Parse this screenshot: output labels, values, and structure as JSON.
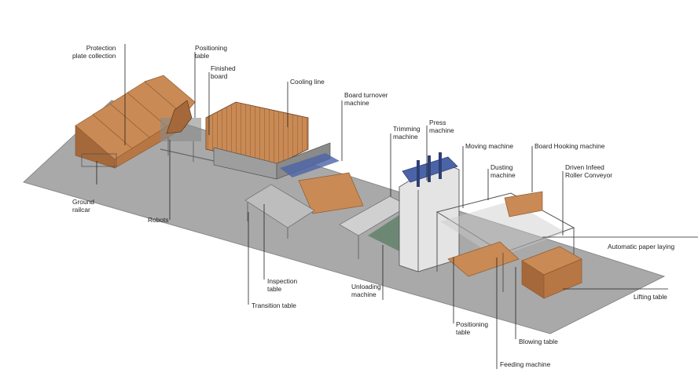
{
  "diagram": {
    "labels": {
      "protection_plate_collection": "Protection\nplate collection",
      "positioning_table_top": "Positioning\ntable",
      "finished_board": "Finished\nboard",
      "cooling_line": "Cooling line",
      "board_turnover_machine": "Board turnover\nmachine",
      "trimming_machine": "Trimming\nmachine",
      "press_machine": "Press\nmachine",
      "moving_machine": "Moving machine",
      "board_hooking_machine": "Board Hooking machine",
      "dusting_machine": "Dusting\nmachine",
      "driven_infeed_roller_conveyor": "Driven Infeed\nRoller Conveyor",
      "automatic_paper_laying": "Automatic paper laying",
      "lifting_table": "Lifting table",
      "ground_railcar": "Ground\nrailcar",
      "robots": "Robots",
      "inspection_table": "Inspection\ntable",
      "transition_table": "Transition table",
      "unloading_machine": "Unloading\nmachine",
      "positioning_table_bottom": "Positioning\ntable",
      "blowing_table": "Blowing table",
      "feeding_machine": "Feeding machine"
    },
    "colors": {
      "floor": "#a9a9a9",
      "board": "#c98a55",
      "board_dark": "#a5683a",
      "machine_blue": "#4b64a8",
      "frame": "#6e6e6e"
    }
  }
}
